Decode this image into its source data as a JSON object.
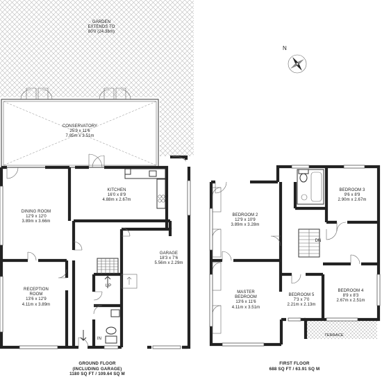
{
  "garden": {
    "title": "GARDEN",
    "line2": "EXTENDS TO",
    "dimension": "80'0 (24.38m)"
  },
  "compass": {
    "letter": "N"
  },
  "rooms": {
    "conservatory": {
      "name": "CONSERVATORY",
      "imperial": "25'9 x 11'6",
      "metric": "7.85m x 3.51m"
    },
    "kitchen": {
      "name": "KITCHEN",
      "imperial": "16'0 x 8'9",
      "metric": "4.88m x 2.67m"
    },
    "dining": {
      "name": "DINING ROOM",
      "imperial": "12'9 x 12'0",
      "metric": "3.89m x 3.66m"
    },
    "garage": {
      "name": "GARAGE",
      "imperial": "18'3 x 7'6",
      "metric": "5.56m x 2.29m"
    },
    "reception": {
      "name_line1": "RECEPTION",
      "name_line2": "ROOM",
      "imperial": "13'6 x 12'9",
      "metric": "4.11m x 3.89m"
    },
    "bedroom2": {
      "name": "BEDROOM 2",
      "imperial": "12'9 x 10'9",
      "metric": "3.89m x 3.28m"
    },
    "bedroom3": {
      "name": "BEDROOM 3",
      "imperial": "9'6 x 8'9",
      "metric": "2.90m x 2.67m"
    },
    "master": {
      "name_line1": "MASTER",
      "name_line2": "BEDROOM",
      "imperial": "13'6 x 11'6",
      "metric": "4.11m x 3.51m"
    },
    "bedroom5": {
      "name": "BEDROOM 5",
      "imperial": "7'3 x 7'0",
      "metric": "2.21m x 2.13m"
    },
    "bedroom4": {
      "name": "BEDROOM 4",
      "imperial": "8'9 x 8'3",
      "metric": "2.67m x 2.51m"
    }
  },
  "markers": {
    "up": "UP",
    "dn": "DN",
    "in": "IN",
    "terrace": "TERRACE"
  },
  "ground_floor": {
    "line1": "GROUND FLOOR",
    "line2": "(INCLUDING GARAGE)",
    "area": "1180 SQ FT / 109.64 SQ M"
  },
  "first_floor": {
    "line1": "FIRST FLOOR",
    "area": "688 SQ FT / 63.91 SQ M"
  }
}
